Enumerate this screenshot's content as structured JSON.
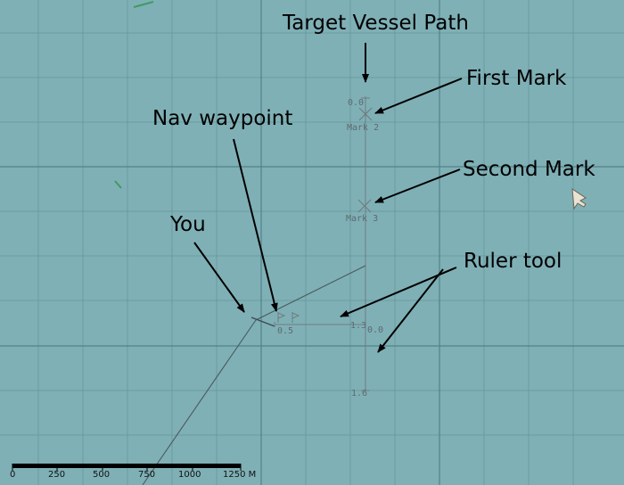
{
  "annotations": {
    "target_path": "Target Vessel Path",
    "first_mark": "First Mark",
    "second_mark": "Second Mark",
    "nav_waypoint": "Nav waypoint",
    "you": "You",
    "ruler_tool": "Ruler tool"
  },
  "map_labels": {
    "mark2_range": "0.0",
    "mark2": "Mark 2",
    "mark3": "Mark 3",
    "ruler_dist_a": "0.5",
    "ruler_dist_b": "1.3",
    "ruler_dist_c": "0.0",
    "ruler_dist_d": "1.6"
  },
  "scale_bar": {
    "ticks": [
      "0",
      "250",
      "500",
      "750",
      "1000",
      "1250 M"
    ]
  },
  "colors": {
    "sea": "#7fb0b6",
    "grid": "#5a8a91",
    "plot": "#6f7d80",
    "arrow": "#000000"
  },
  "icons": {
    "cursor": "mouse-pointer-icon"
  }
}
